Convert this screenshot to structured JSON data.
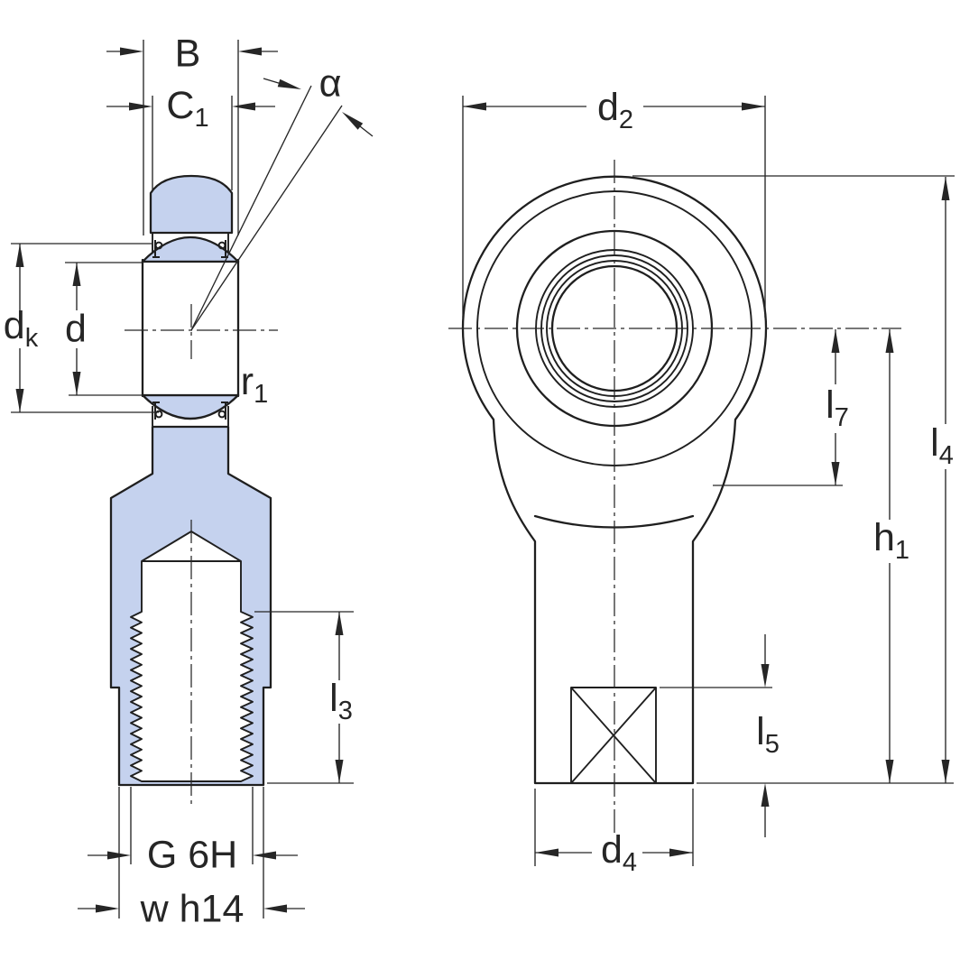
{
  "drawing": {
    "kind": "technical-dimension-drawing",
    "subject": "rod end with female thread, two views (section view and front view)"
  },
  "colors": {
    "part_fill": "#c5d2ee",
    "line": "#1f1f1f",
    "dim": "#262626",
    "background": "#ffffff"
  },
  "labels": {
    "b": {
      "main": "B"
    },
    "c1": {
      "main": "C",
      "sub": "1"
    },
    "alpha": {
      "main": "α"
    },
    "dk": {
      "main": "d",
      "sub": "k"
    },
    "d": {
      "main": "d"
    },
    "r1": {
      "main": "r",
      "sub": "1"
    },
    "l3": {
      "main": "l",
      "sub": "3"
    },
    "g6h": {
      "main": "G 6H"
    },
    "wh14": {
      "main": "w h14"
    },
    "d2": {
      "main": "d",
      "sub": "2"
    },
    "l7": {
      "main": "l",
      "sub": "7"
    },
    "h1": {
      "main": "h",
      "sub": "1"
    },
    "l5": {
      "main": "l",
      "sub": "5"
    },
    "l4": {
      "main": "l",
      "sub": "4"
    },
    "d4": {
      "main": "d",
      "sub": "4"
    }
  }
}
